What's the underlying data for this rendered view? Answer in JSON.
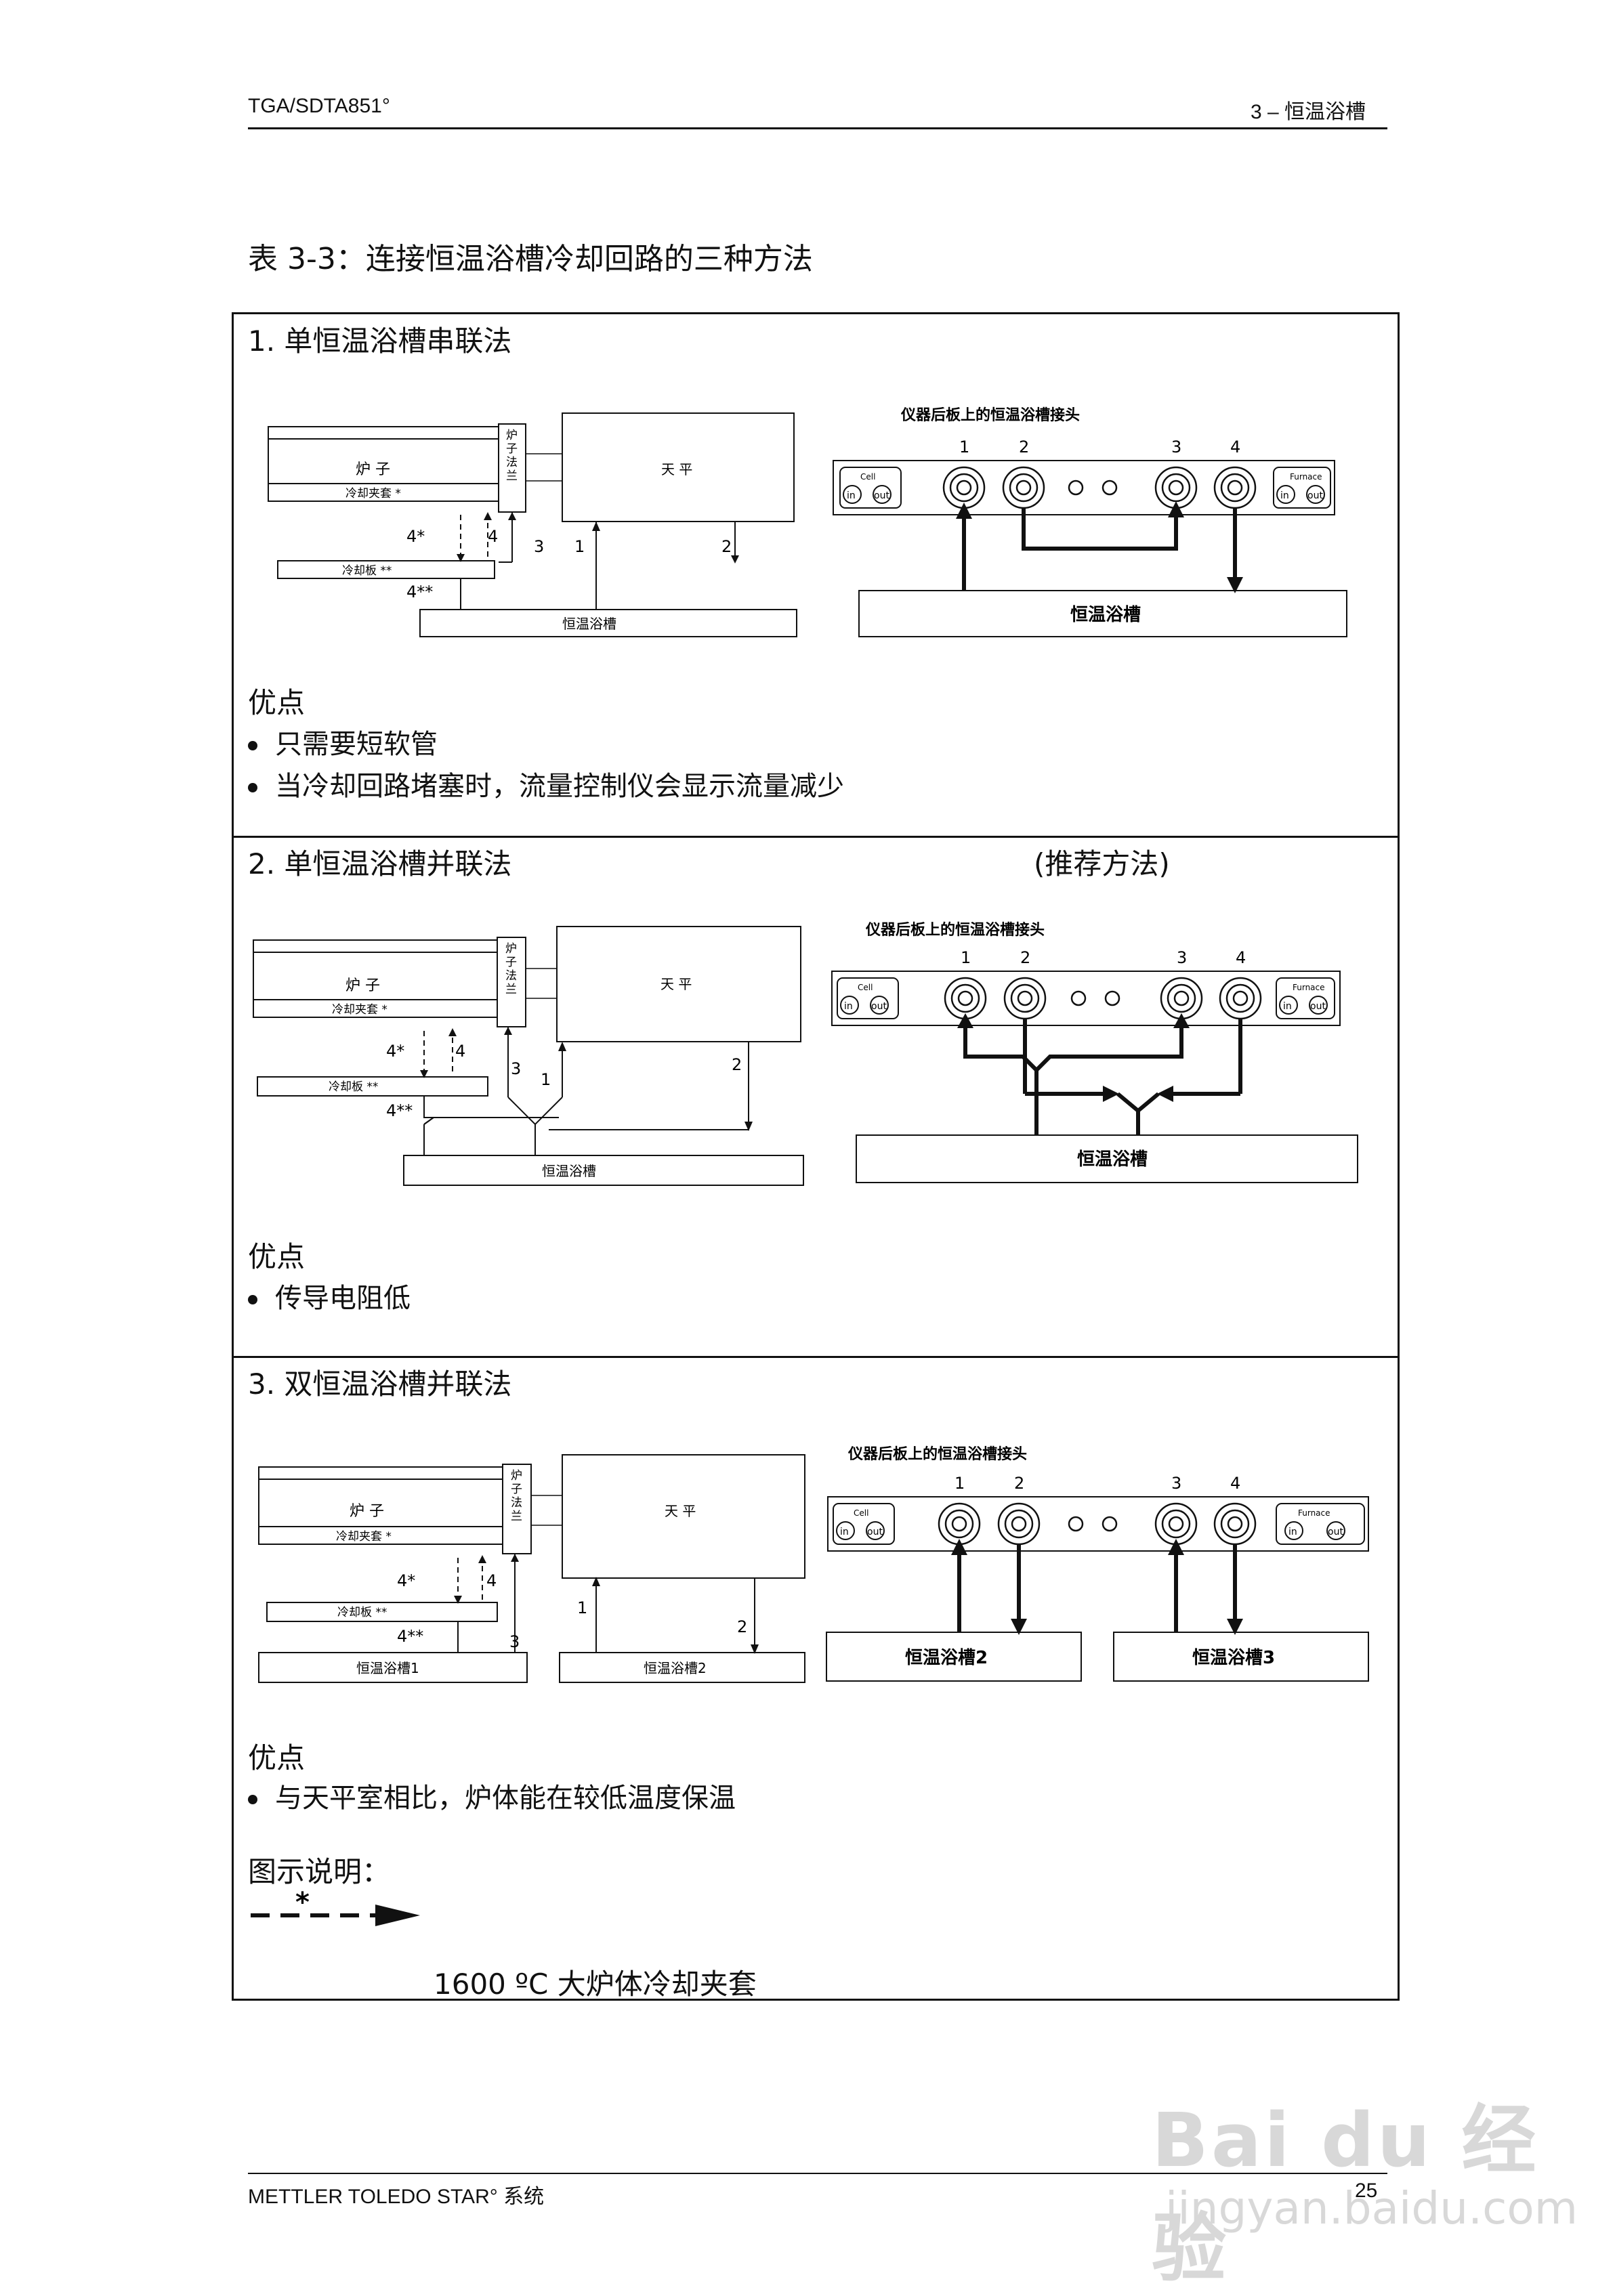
{
  "header": {
    "left": "TGA/SDTA851°",
    "right": "3 – 恒温浴槽"
  },
  "table_title": "表 3-3：连接恒温浴槽冷却回路的三种方法",
  "diagram_common": {
    "furnace": "炉 子",
    "flange": "炉子法兰",
    "cooling_jacket": "冷却夹套 *",
    "cooling_plate": "冷却板 **",
    "balance": "天 平",
    "panel_title": "仪器后板上的恒温浴槽接头",
    "cell": "Cell",
    "furnace_en": "Furnace",
    "in": "in",
    "out": "out",
    "ports": [
      "1",
      "2",
      "3",
      "4"
    ],
    "labels": {
      "l4s": "4*",
      "l4": "4",
      "l3": "3",
      "l1": "1",
      "l2": "2",
      "l4ss": "4**"
    }
  },
  "sections": [
    {
      "heading": "1. 单恒温浴槽串联法",
      "note": "",
      "bath": "恒温浴槽",
      "advantages_title": "优点",
      "advantages": [
        "只需要短软管",
        "当冷却回路堵塞时，流量控制仪会显示流量减少"
      ]
    },
    {
      "heading": "2. 单恒温浴槽并联法",
      "note": "(推荐方法)",
      "bath": "恒温浴槽",
      "advantages_title": "优点",
      "advantages": [
        "传导电阻低"
      ]
    },
    {
      "heading": "3. 双恒温浴槽并联法",
      "note": "",
      "bath1": "恒温浴槽1",
      "bath2": "恒温浴槽2",
      "panel_bath2": "恒温浴槽2",
      "panel_bath3": "恒温浴槽3",
      "advantages_title": "优点",
      "advantages": [
        "与天平室相比，炉体能在较低温度保温"
      ],
      "legend_title": "图示说明：",
      "legend_star": "*",
      "legend_caption": "1600 ºC 大炉体冷却夹套"
    }
  ],
  "footer": {
    "left": "METTLER TOLEDO STAR° 系统",
    "page": "25"
  },
  "watermark": {
    "brand": "Bai du 经验",
    "url": "jingyan.baidu.com"
  }
}
